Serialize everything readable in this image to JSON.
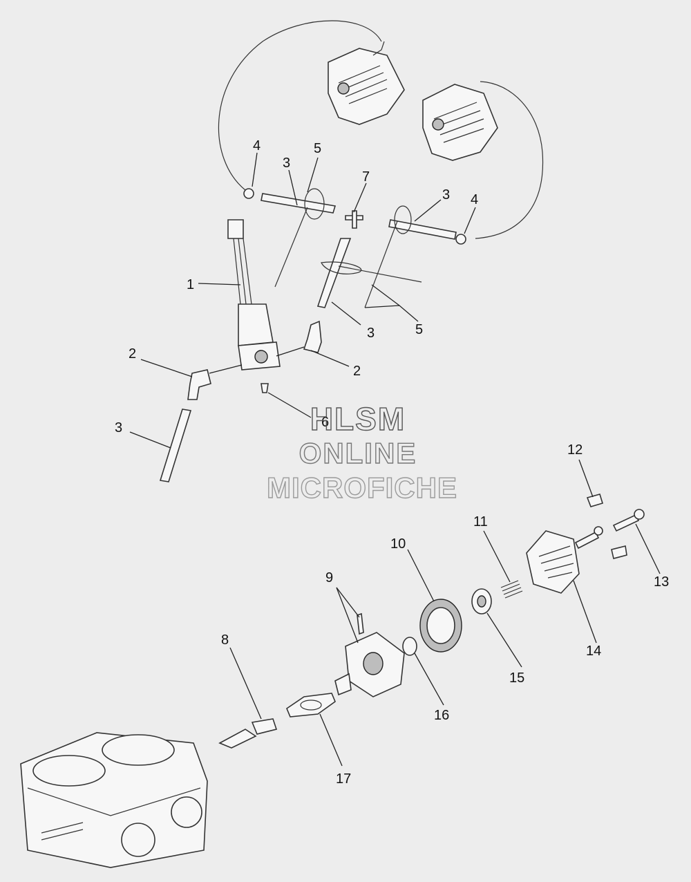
{
  "watermark": {
    "line1": "HLSM",
    "line2": "ONLINE",
    "line3": "MICROFICHE"
  },
  "callouts": [
    {
      "id": "c1",
      "label": "1"
    },
    {
      "id": "c2a",
      "label": "2"
    },
    {
      "id": "c2b",
      "label": "2"
    },
    {
      "id": "c3a",
      "label": "3"
    },
    {
      "id": "c3b",
      "label": "3"
    },
    {
      "id": "c3c",
      "label": "3"
    },
    {
      "id": "c3d",
      "label": "3"
    },
    {
      "id": "c4a",
      "label": "4"
    },
    {
      "id": "c4b",
      "label": "4"
    },
    {
      "id": "c5a",
      "label": "5"
    },
    {
      "id": "c5b",
      "label": "5"
    },
    {
      "id": "c6",
      "label": "6"
    },
    {
      "id": "c7",
      "label": "7"
    },
    {
      "id": "c8",
      "label": "8"
    },
    {
      "id": "c9",
      "label": "9"
    },
    {
      "id": "c10",
      "label": "10"
    },
    {
      "id": "c11",
      "label": "11"
    },
    {
      "id": "c12",
      "label": "12"
    },
    {
      "id": "c13",
      "label": "13"
    },
    {
      "id": "c14",
      "label": "14"
    },
    {
      "id": "c15",
      "label": "15"
    },
    {
      "id": "c16",
      "label": "16"
    },
    {
      "id": "c17",
      "label": "17"
    }
  ],
  "colors": {
    "background": "#ededed",
    "line": "#222222",
    "watermark_dark": "#555555",
    "watermark_light": "#9a9a9a"
  }
}
